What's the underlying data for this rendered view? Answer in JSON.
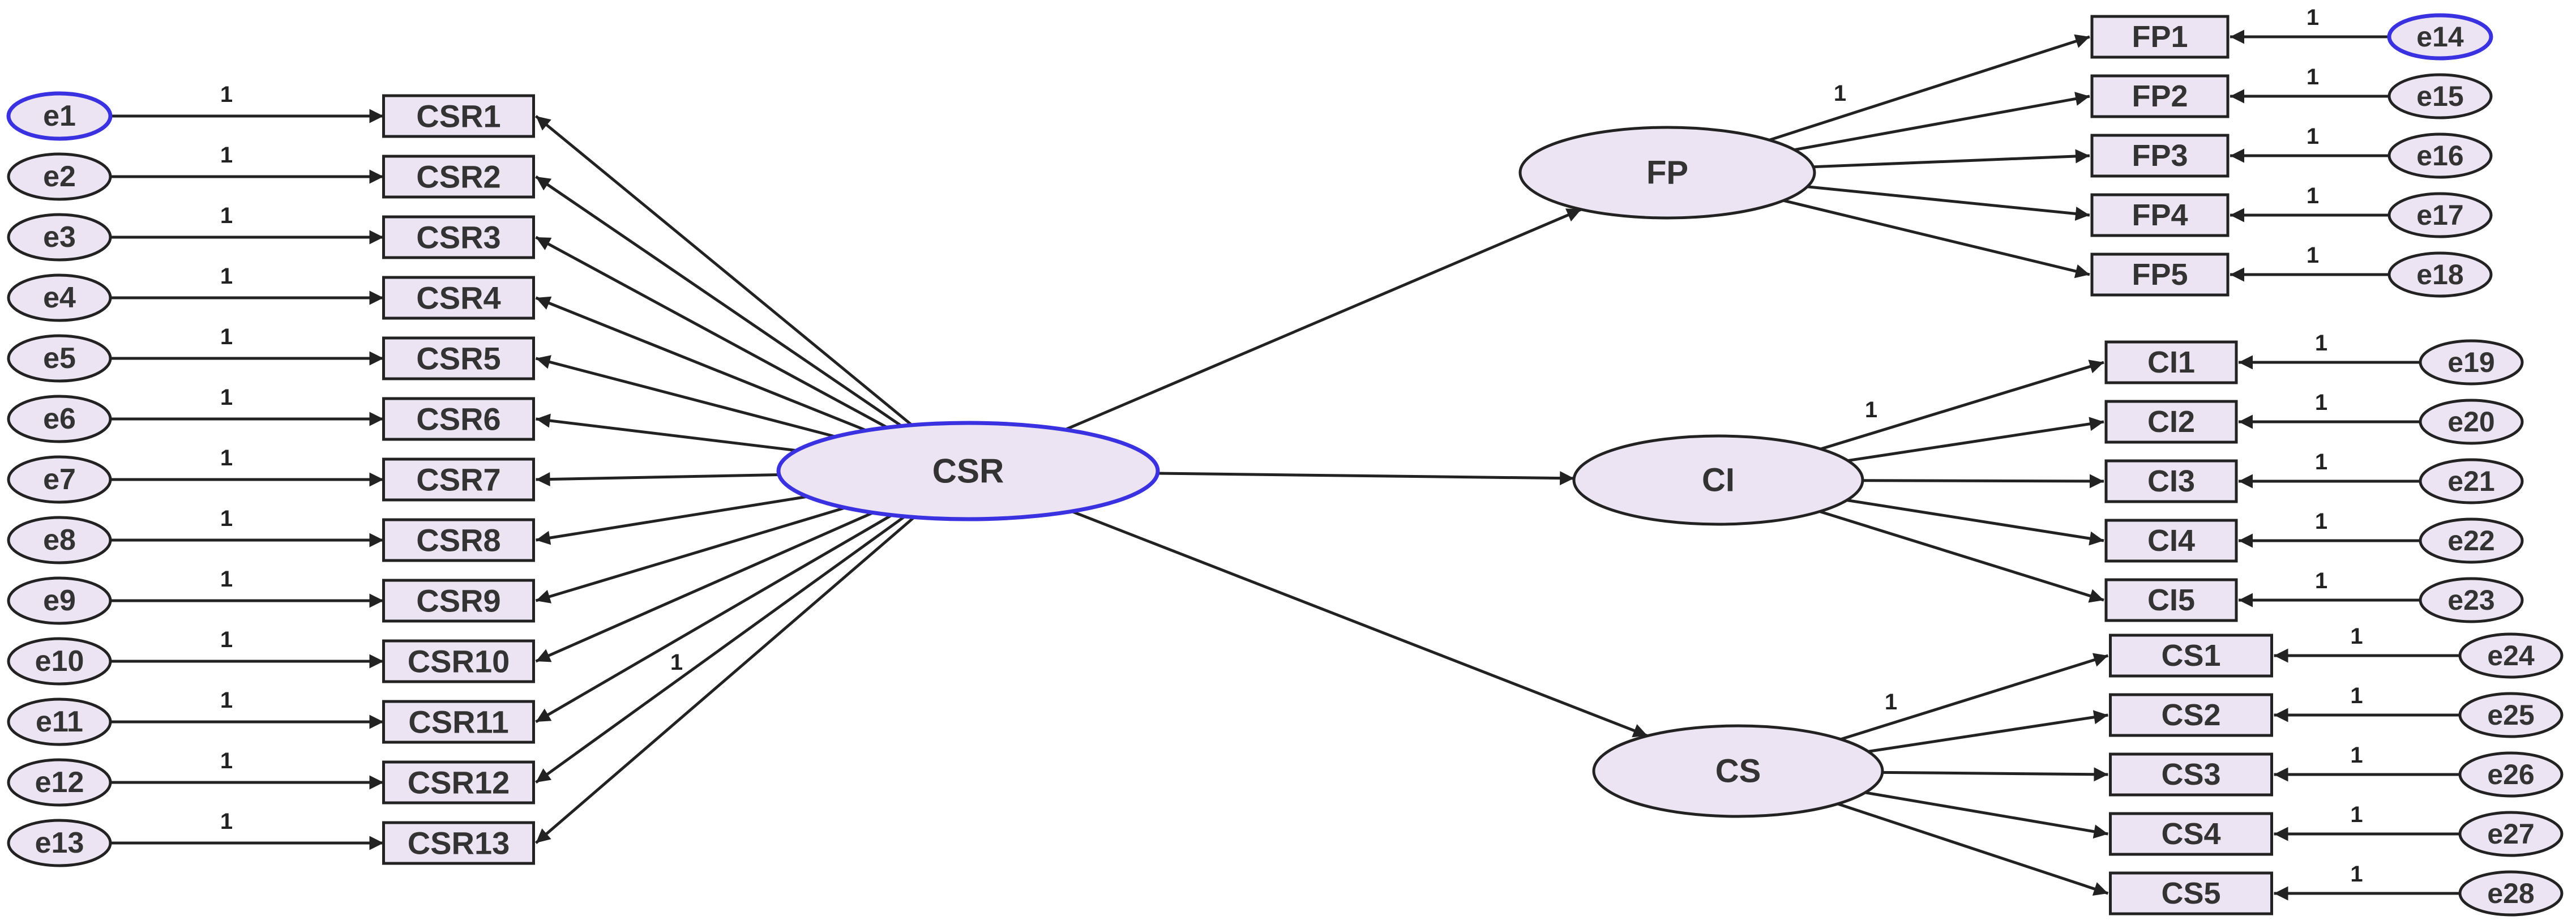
{
  "colors": {
    "node_fill": "#ece4f2",
    "stroke": "#222222",
    "highlight": "#3a32e0",
    "text": "#333333"
  },
  "latent_center": {
    "id": "CSR",
    "label": "CSR"
  },
  "latent_right": [
    {
      "id": "FP",
      "label": "FP"
    },
    {
      "id": "CI",
      "label": "CI"
    },
    {
      "id": "CS",
      "label": "CS"
    }
  ],
  "csr_indicators": [
    {
      "label": "CSR1",
      "error": "e1"
    },
    {
      "label": "CSR2",
      "error": "e2"
    },
    {
      "label": "CSR3",
      "error": "e3"
    },
    {
      "label": "CSR4",
      "error": "e4"
    },
    {
      "label": "CSR5",
      "error": "e5"
    },
    {
      "label": "CSR6",
      "error": "e6"
    },
    {
      "label": "CSR7",
      "error": "e7"
    },
    {
      "label": "CSR8",
      "error": "e8"
    },
    {
      "label": "CSR9",
      "error": "e9"
    },
    {
      "label": "CSR10",
      "error": "e10"
    },
    {
      "label": "CSR11",
      "error": "e11"
    },
    {
      "label": "CSR12",
      "error": "e12"
    },
    {
      "label": "CSR13",
      "error": "e13"
    }
  ],
  "fp_indicators": [
    {
      "label": "FP1",
      "error": "e14"
    },
    {
      "label": "FP2",
      "error": "e15"
    },
    {
      "label": "FP3",
      "error": "e16"
    },
    {
      "label": "FP4",
      "error": "e17"
    },
    {
      "label": "FP5",
      "error": "e18"
    }
  ],
  "ci_indicators": [
    {
      "label": "CI1",
      "error": "e19"
    },
    {
      "label": "CI2",
      "error": "e20"
    },
    {
      "label": "CI3",
      "error": "e21"
    },
    {
      "label": "CI4",
      "error": "e22"
    },
    {
      "label": "CI5",
      "error": "e23"
    }
  ],
  "cs_indicators": [
    {
      "label": "CS1",
      "error": "e24"
    },
    {
      "label": "CS2",
      "error": "e25"
    },
    {
      "label": "CS3",
      "error": "e26"
    },
    {
      "label": "CS4",
      "error": "e27"
    },
    {
      "label": "CS5",
      "error": "e28"
    }
  ],
  "path_label": "1"
}
